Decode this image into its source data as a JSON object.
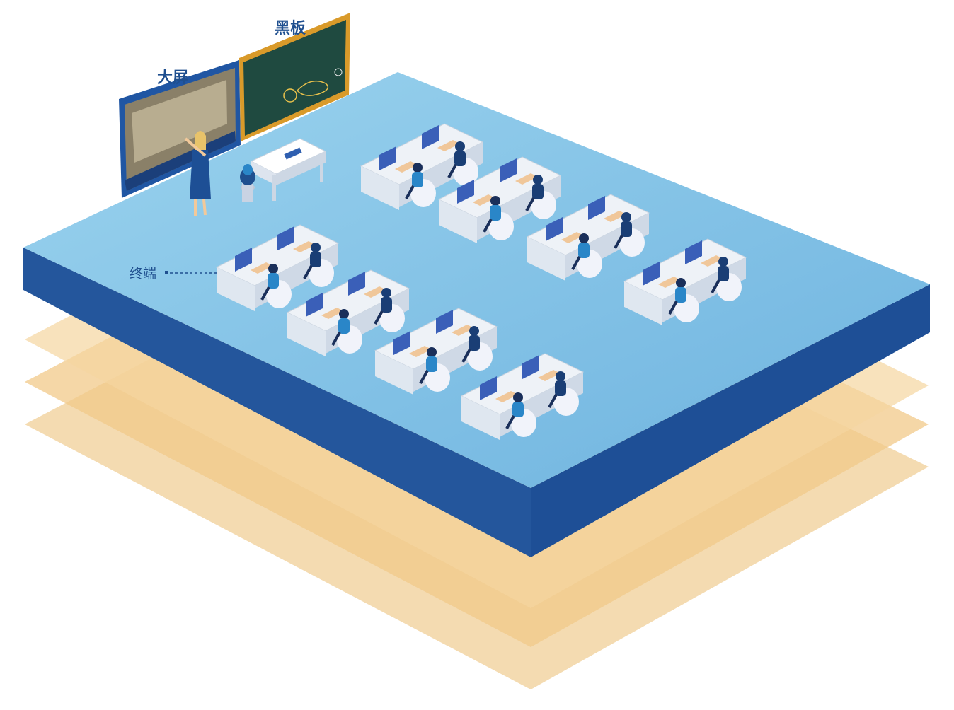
{
  "labels": {
    "screen": "大屏",
    "blackboard": "黑板",
    "terminal": "终端"
  },
  "colors": {
    "floor_top": "#8fcbe9",
    "floor_front": "#2a63a8",
    "floor_side": "#1d4f95",
    "layer": "#f2c98a",
    "label": "#1f4f8f",
    "board": "#1f4a40",
    "board_frame": "#d99a2a",
    "screen_frame": "#2056a3",
    "desk": "#dfe7f0",
    "chair": "#f1f3fa",
    "student_dark": "#1a3e75",
    "student_light": "#2a86c8",
    "keyboard": "#f0c79a",
    "monitor": "#3a5fb8"
  },
  "icons": [
    "interactive-screen-icon",
    "blackboard-icon",
    "teacher-figure-icon",
    "plant-icon",
    "student-icon",
    "monitor-icon"
  ]
}
